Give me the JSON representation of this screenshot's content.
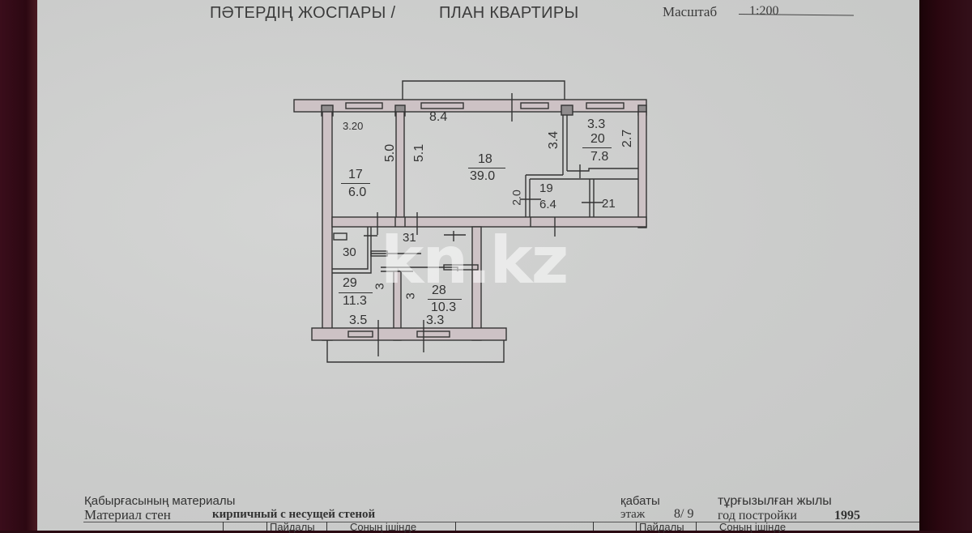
{
  "header": {
    "title_kz": "ПӘТЕРДІҢ ЖОСПАРЫ /",
    "title_ru": "ПЛАН КВАРТИРЫ",
    "scale_label": "Масштаб",
    "scale_value": "1:200"
  },
  "plan": {
    "rooms": [
      {
        "number": "17",
        "area": "6.0"
      },
      {
        "number": "18",
        "area": "39.0"
      },
      {
        "number": "19",
        "area": "6.4"
      },
      {
        "number": "20",
        "area": "7.8"
      },
      {
        "number": "21",
        "area": ""
      },
      {
        "number": "28",
        "area": "10.3"
      },
      {
        "number": "29",
        "area": "11.3"
      },
      {
        "number": "30",
        "area": ""
      },
      {
        "number": "31",
        "area": ""
      }
    ],
    "dimensions": {
      "d_3_20": "3.20",
      "d_8_4": "8.4",
      "d_5_0": "5.0",
      "d_5_1": "5.1",
      "d_3_4": "3.4",
      "d_3_3_top": "3.3",
      "d_2_7": "2.7",
      "d_2_0": "2.0",
      "d_3_5": "3.5",
      "d_3_3_bottom": "3.3",
      "d_3_left": "3",
      "d_3_right": "3"
    }
  },
  "watermark": "kn.kz",
  "footer": {
    "wall_material_kz": "Қабырғасының материалы",
    "wall_material_ru": "Материал стен",
    "wall_material_value": "кирпичный с несущей стеной",
    "floor_kz": "қабаты",
    "floor_ru": "этаж",
    "floor_value": "8/ 9",
    "year_kz": "тұрғызылған жылы",
    "year_ru": "год постройки",
    "year_value": "1995",
    "table_col_1": "Пайдалы",
    "table_col_2": "Соның ішінде",
    "table_col_3": "Пайдалы",
    "table_col_4": "Соның ішінде"
  },
  "colors": {
    "paper": "#cbcccb",
    "ink": "#333333",
    "wall_fill": "#c9bfc2",
    "backdrop": "#2c0812"
  }
}
